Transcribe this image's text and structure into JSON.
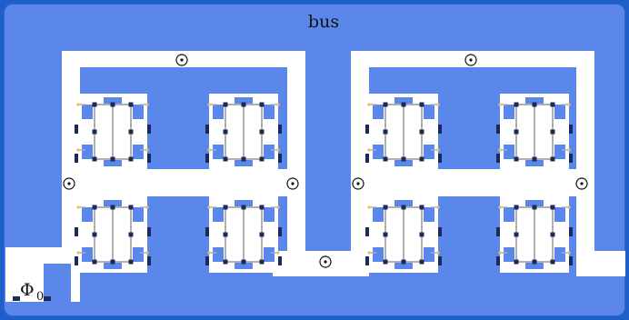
{
  "title": "bus",
  "flux_label": "Φ",
  "flux_subscript": "0",
  "colors": {
    "background": "#5b87ea",
    "frame": "#1f5fc9",
    "metal": "#ffffff",
    "junction": "#1b2b57",
    "wire": "#b0b0b0",
    "port": "#e0c850"
  },
  "icons": {
    "flux_marker": "circled-dot",
    "josephson_junction": "cross-junction"
  },
  "counts": {
    "flux_markers": 7,
    "qubit_cells": 8
  }
}
